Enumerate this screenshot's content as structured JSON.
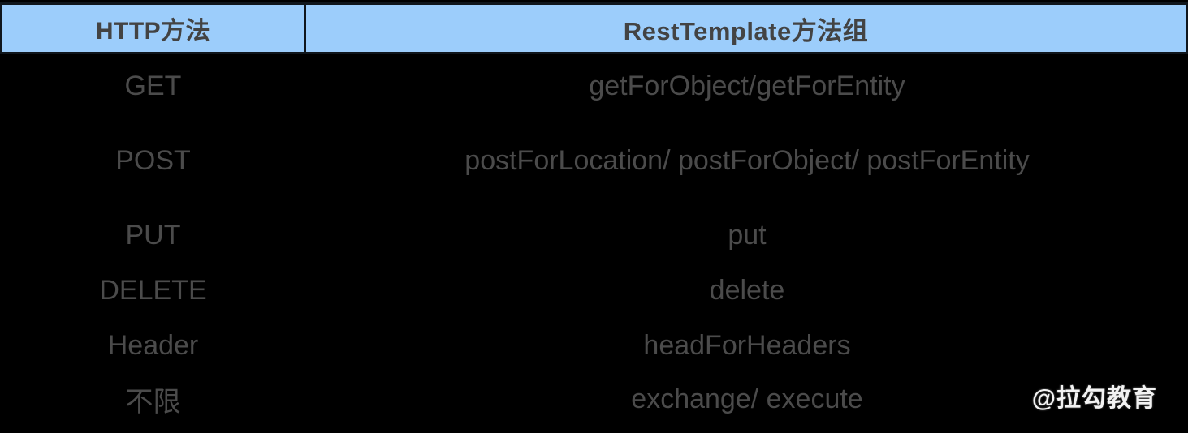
{
  "table": {
    "header": {
      "col_method": "HTTP方法",
      "col_api": "RestTemplate方法组"
    },
    "rows": [
      {
        "method": "GET",
        "api": "getForObject/getForEntity"
      },
      {
        "method": "POST",
        "api": "postForLocation/ postForObject/ postForEntity"
      },
      {
        "method": "PUT",
        "api": "put"
      },
      {
        "method": "DELETE",
        "api": "delete"
      },
      {
        "method": "Header",
        "api": "headForHeaders"
      },
      {
        "method": "不限",
        "api": "exchange/ execute"
      }
    ]
  },
  "watermark": {
    "text": "@拉勾教育"
  },
  "colors": {
    "header_background": "#9ccdfb",
    "header_border": "#10161c",
    "header_text": "#434343",
    "body_background": "#000000",
    "body_text": "#4b4b4b",
    "watermark_text": "#f2f2f2"
  }
}
